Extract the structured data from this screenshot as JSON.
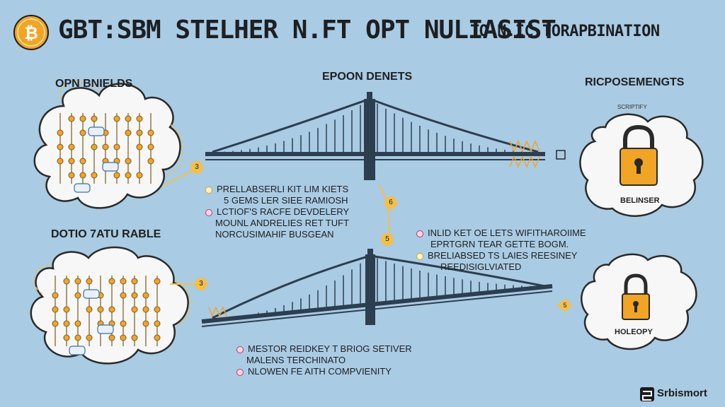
{
  "header": {
    "title": "GBT:SBM STELHER N.FT OPT NULIASIST",
    "subtitle": "TO-N.IC TORAPBINATION"
  },
  "left": {
    "top_heading": "OPN BNIELDS",
    "bottom_heading": "DOTIO 7ATU RABLE"
  },
  "center": {
    "heading": "EPOON DENETS",
    "note_top": [
      "PRELLABSERLI KIT LIM KIETS",
      "5 GEMS LER SIEE RAMIOSH",
      "LCTIOF'S RACFE DEVDELERY",
      "MOUNL ANDRELIES RET TUFT",
      "NORCUSIMAHIF BUSGEAN"
    ],
    "note_middle": [
      "INLID KET OE LETS WIFITHAROIIME",
      "EPRTGRN TEAR GETTE BOGM.",
      "BRELIABSED TS LAIES REESINEY",
      "REEDISIGLVIATED"
    ],
    "note_bottom": [
      "MESTOR REIDKEY T BRIOG SETIVER",
      "MALENS TERCHINATO",
      "NLOWEN FE AITH COMPVIENITY"
    ],
    "markers": [
      "3",
      "6",
      "5",
      "3"
    ]
  },
  "right": {
    "heading": "RICPOSEMENGTS",
    "caption_small": "SCRIPTIFY",
    "lock_top_label": "BELINSER",
    "lock_bottom_label": "HOLEOPY",
    "marker": "5"
  },
  "footer": {
    "brand": "Srbismort"
  },
  "colors": {
    "background": "#a9cbe3",
    "bridge": "#2c3e50",
    "accent": "#f2a424",
    "cloud_border": "#2a2a2a",
    "glow": "#f2d889"
  },
  "icons": [
    "bitcoin-icon",
    "padlock-icon",
    "chat-bubble-icon",
    "brand-logo-icon"
  ]
}
